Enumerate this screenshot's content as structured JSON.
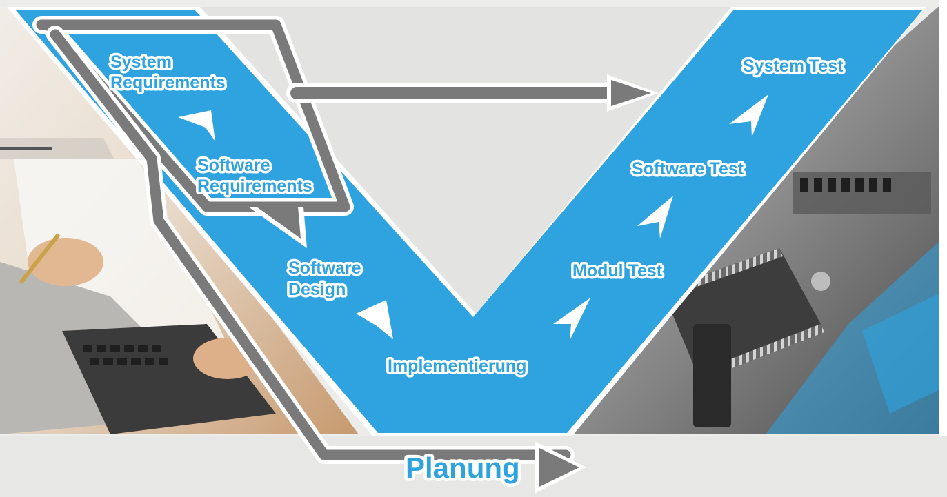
{
  "diagram": {
    "colors": {
      "accent_blue": "#2ea3e0",
      "arrow_gray": "#7a7a7a",
      "outline_white": "#ffffff",
      "background": "#ececea"
    },
    "left_phases": {
      "system_requirements": [
        "System",
        "Requirements"
      ],
      "software_requirements": [
        "Software",
        "Requirements"
      ],
      "software_design": [
        "Software",
        "Design"
      ],
      "implementation": "Implementierung"
    },
    "right_phases": {
      "modul_test": "Modul Test",
      "software_test": "Software Test",
      "system_test": "System Test"
    },
    "planning_label": "Planung"
  }
}
